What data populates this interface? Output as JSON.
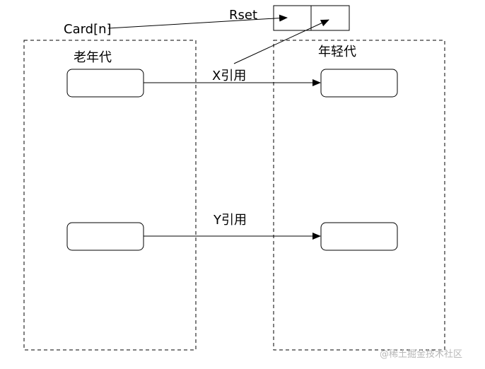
{
  "diagram": {
    "labels": {
      "card": "Card[n]",
      "rset": "Rset",
      "old_gen": "老年代",
      "young_gen": "年轻代",
      "x_ref": "X引用",
      "y_ref": "Y引用"
    },
    "watermark": "@稀土掘金技术社区"
  }
}
